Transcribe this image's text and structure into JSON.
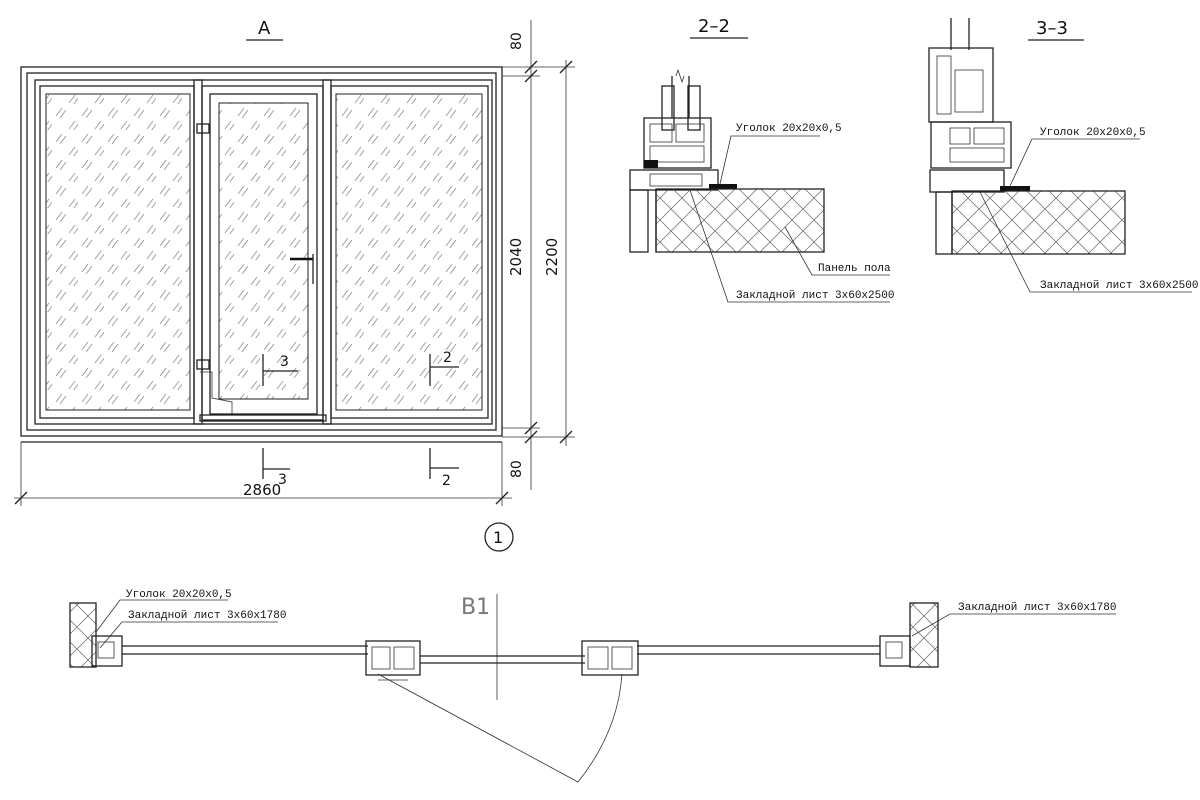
{
  "elevation": {
    "view_label": "A",
    "overall_width": "2860",
    "overall_height": "2200",
    "inner_height": "2040",
    "frame_top": "80",
    "frame_bottom": "80",
    "axis_marker": "1",
    "section_3_label": "3",
    "section_2_label": "2"
  },
  "section_2_2": {
    "title": "2–2",
    "corner_label": "Уголок 20х20х0,5",
    "floor_panel_label": "Панель пола",
    "embed_plate_label": "Закладной лист 3х60х2500"
  },
  "section_3_3": {
    "title": "3–3",
    "corner_label": "Уголок 20х20х0,5",
    "embed_plate_label": "Закладной лист 3х60х2500"
  },
  "plan": {
    "view_label": "В1",
    "corner_label": "Уголок 20х20х0,5",
    "embed_plate_left_label": "Закладной лист 3х60х1780",
    "embed_plate_right_label": "Закладной лист 3х60х1780"
  }
}
